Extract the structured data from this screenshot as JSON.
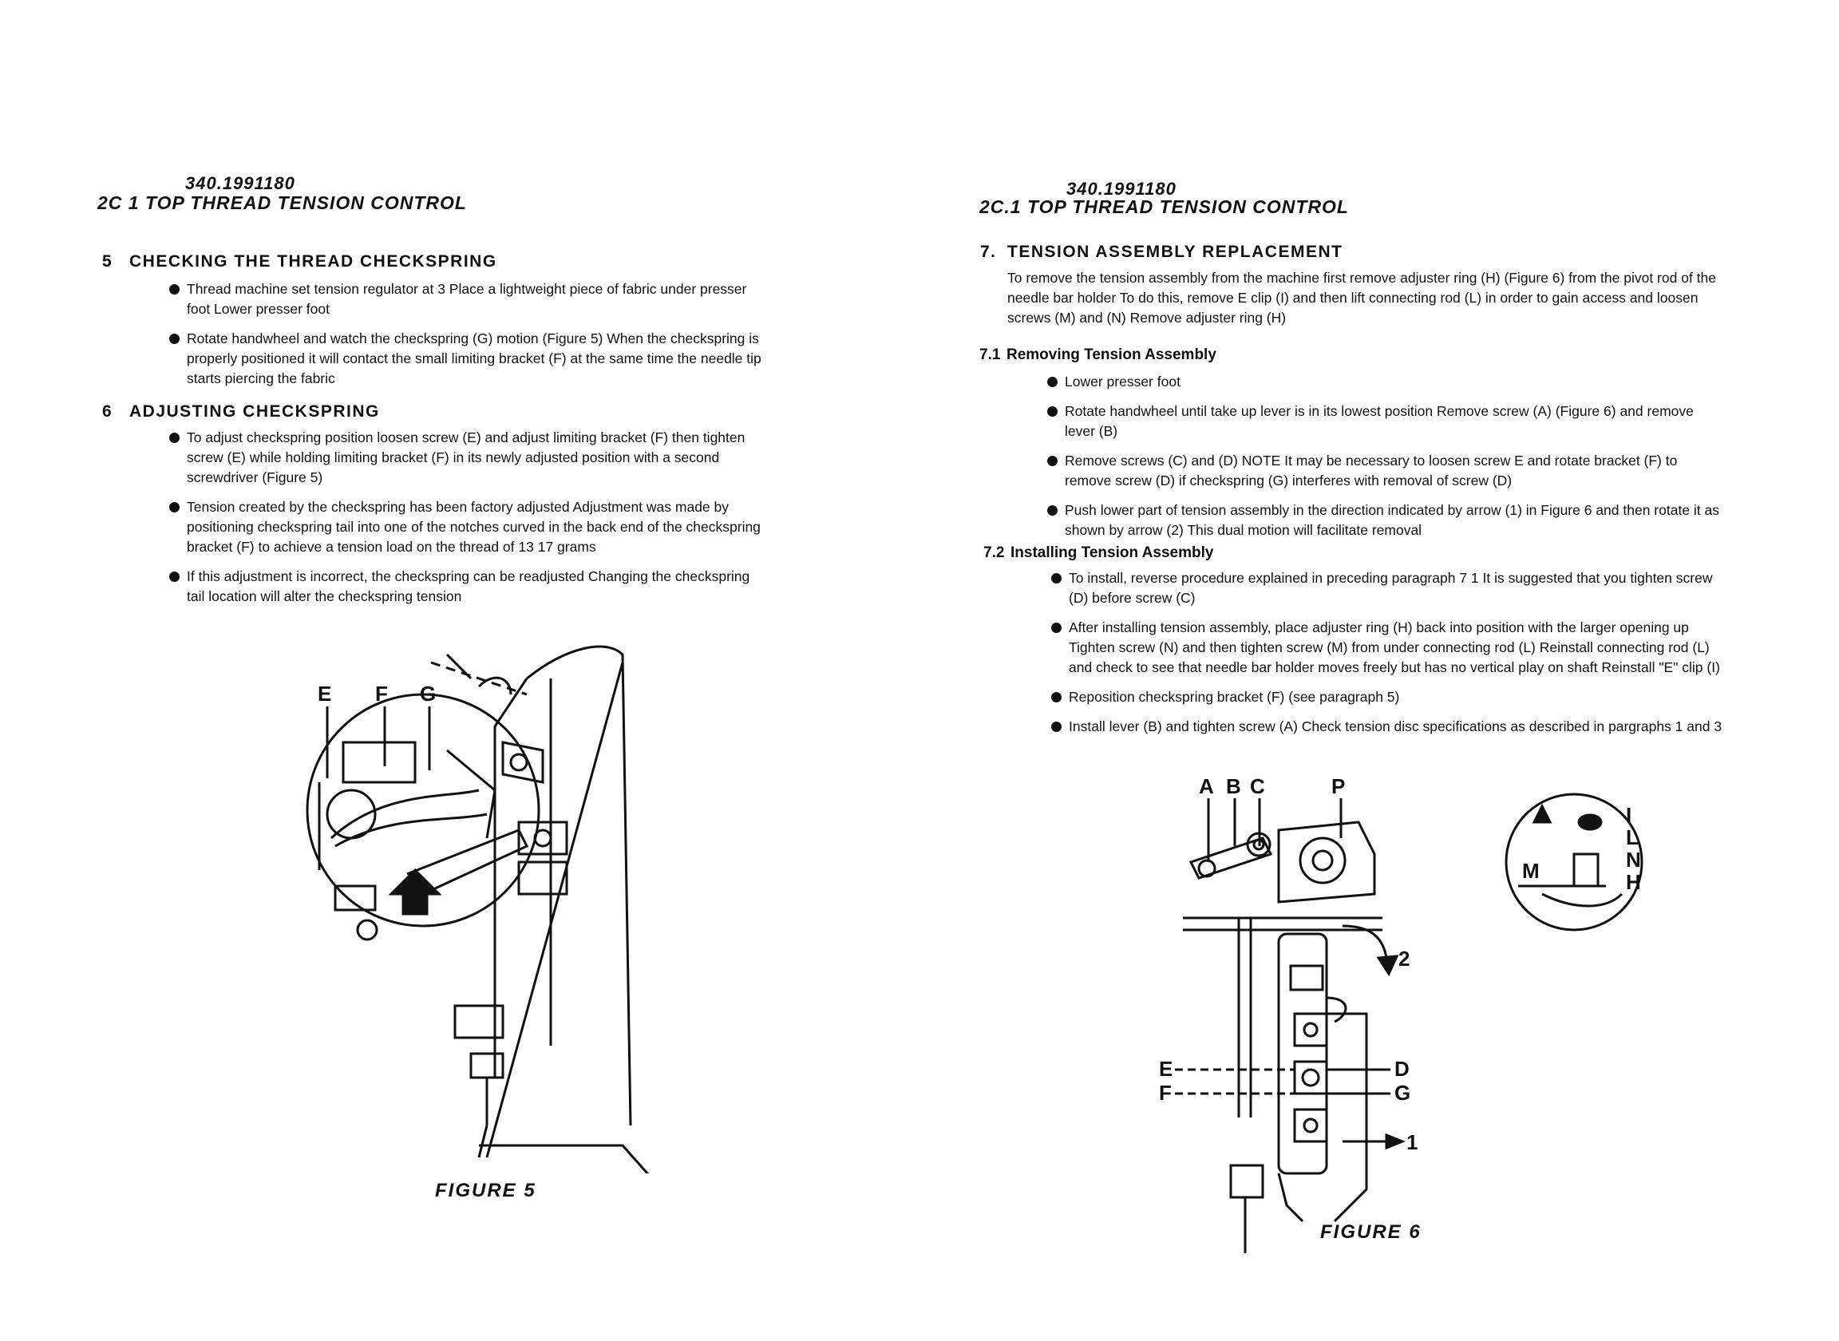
{
  "left": {
    "doc_number": "340.1991180",
    "doc_title": "2C 1   TOP THREAD TENSION CONTROL",
    "section5": {
      "number": "5",
      "title": "CHECKING THE THREAD CHECKSPRING",
      "bullets": [
        "Thread machine  set tension regulator at 3  Place a lightweight piece of fabric under presser foot  Lower presser foot",
        "Rotate handwheel and watch the checkspring (G) motion (Figure 5)  When the checkspring is properly positioned it will contact the small limiting bracket (F) at the same time the needle tip starts piercing the fabric"
      ]
    },
    "section6": {
      "number": "6",
      "title": "ADJUSTING CHECKSPRING",
      "bullets": [
        "To adjust checkspring position  loosen screw (E) and adjust limiting bracket (F)  then tighten screw (E) while holding limiting bracket (F) in its newly adjusted position  with a second screwdriver (Figure 5)",
        "Tension created by the checkspring has been factory adjusted  Adjustment was made by positioning checkspring tail into one of the notches curved in the back end of the checkspring bracket (F) to achieve a tension load on the thread of 13 17 grams",
        "If this adjustment is incorrect, the checkspring can be readjusted  Changing the checkspring tail location will alter the checkspring tension"
      ]
    },
    "figure": {
      "caption": "FIGURE 5",
      "labels": [
        "E",
        "F",
        "G"
      ]
    }
  },
  "right": {
    "doc_number": "340.1991180",
    "doc_title": "2C.1   TOP THREAD TENSION CONTROL",
    "section7": {
      "number": "7.",
      "title": "TENSION ASSEMBLY REPLACEMENT",
      "intro": "To remove the tension assembly from the machine  first remove adjuster ring (H) (Figure 6) from the pivot rod of the needle bar holder  To do this, remove  E  clip (I) and then lift connecting rod (L) in order to gain access and loosen screws (M) and (N)  Remove adjuster ring (H)"
    },
    "section71": {
      "number": "7.1",
      "title": "Removing Tension Assembly",
      "bullets": [
        "Lower presser foot",
        "Rotate handwheel until take up lever is in its lowest position  Remove screw (A) (Figure 6) and remove lever (B)",
        "Remove screws (C) and (D)  NOTE  It may be necessary to loosen screw E and rotate bracket (F) to remove screw (D) if checkspring (G) interferes with removal of screw (D)",
        "Push lower part of tension assembly in the direction indicated by arrow (1) in Figure 6 and then rotate it as shown by arrow (2)  This dual motion will facilitate removal"
      ]
    },
    "section72": {
      "number": "7.2",
      "title": "Installing Tension Assembly",
      "bullets": [
        "To install, reverse procedure explained in preceding paragraph 7 1  It is suggested that you tighten screw (D) before screw (C)",
        "After installing tension assembly, place adjuster ring (H) back into position with the larger opening up  Tighten screw (N) and then tighten screw (M) from under connecting rod (L)  Reinstall connecting rod (L) and check to see that needle bar holder moves freely but has no vertical play on shaft  Reinstall \"E\" clip (I)",
        "Reposition checkspring bracket (F) (see paragraph 5)",
        "Install lever (B) and tighten screw (A)  Check tension disc specifications as described in pargraphs 1 and 3"
      ]
    },
    "figure": {
      "caption": "FIGURE 6",
      "labels_top": [
        "A",
        "B",
        "C",
        "P"
      ],
      "labels_side": [
        "I",
        "L",
        "N",
        "H",
        "M"
      ],
      "labels_left": [
        "E",
        "F"
      ],
      "labels_right": [
        "D",
        "G"
      ],
      "arrows": [
        "1",
        "2"
      ]
    }
  }
}
